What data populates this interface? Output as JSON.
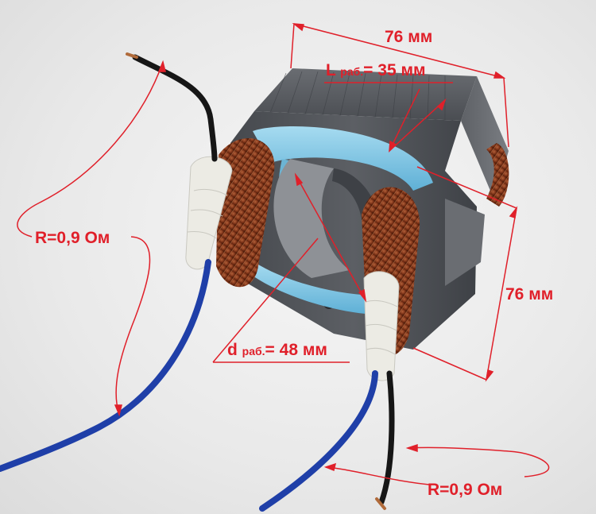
{
  "annotations": {
    "width": "76 мм",
    "length_prefix": "L",
    "length_sub": "раб.",
    "length_value": "= 35 мм",
    "height": "76 мм",
    "diameter_prefix": "d",
    "diameter_sub": "раб.",
    "diameter_value": "= 48 мм",
    "resistance_top": "R=0,9 Ом",
    "resistance_bottom": "R=0,9 Ом"
  },
  "colors": {
    "annotation": "#e0202a",
    "core": "#5a5d62",
    "insulation": "#7cc4e4",
    "copper_winding": "#8a3a1c",
    "lead_wire_blue": "#1f3fa8",
    "lead_wire_black": "#161616",
    "tie_sleeve": "#ecebe4"
  }
}
